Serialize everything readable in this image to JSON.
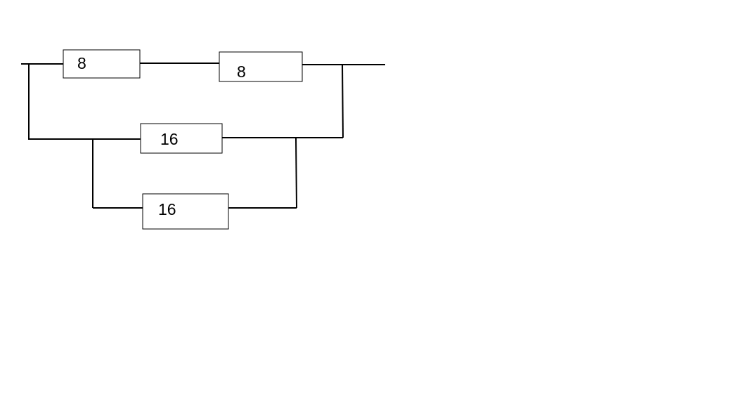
{
  "colors": {
    "background": "#ffffff",
    "line": "#000000"
  },
  "resistors": [
    {
      "id": "r1",
      "label": "8"
    },
    {
      "id": "r2",
      "label": "8"
    },
    {
      "id": "r3",
      "label": "16"
    },
    {
      "id": "r4",
      "label": "16"
    }
  ]
}
